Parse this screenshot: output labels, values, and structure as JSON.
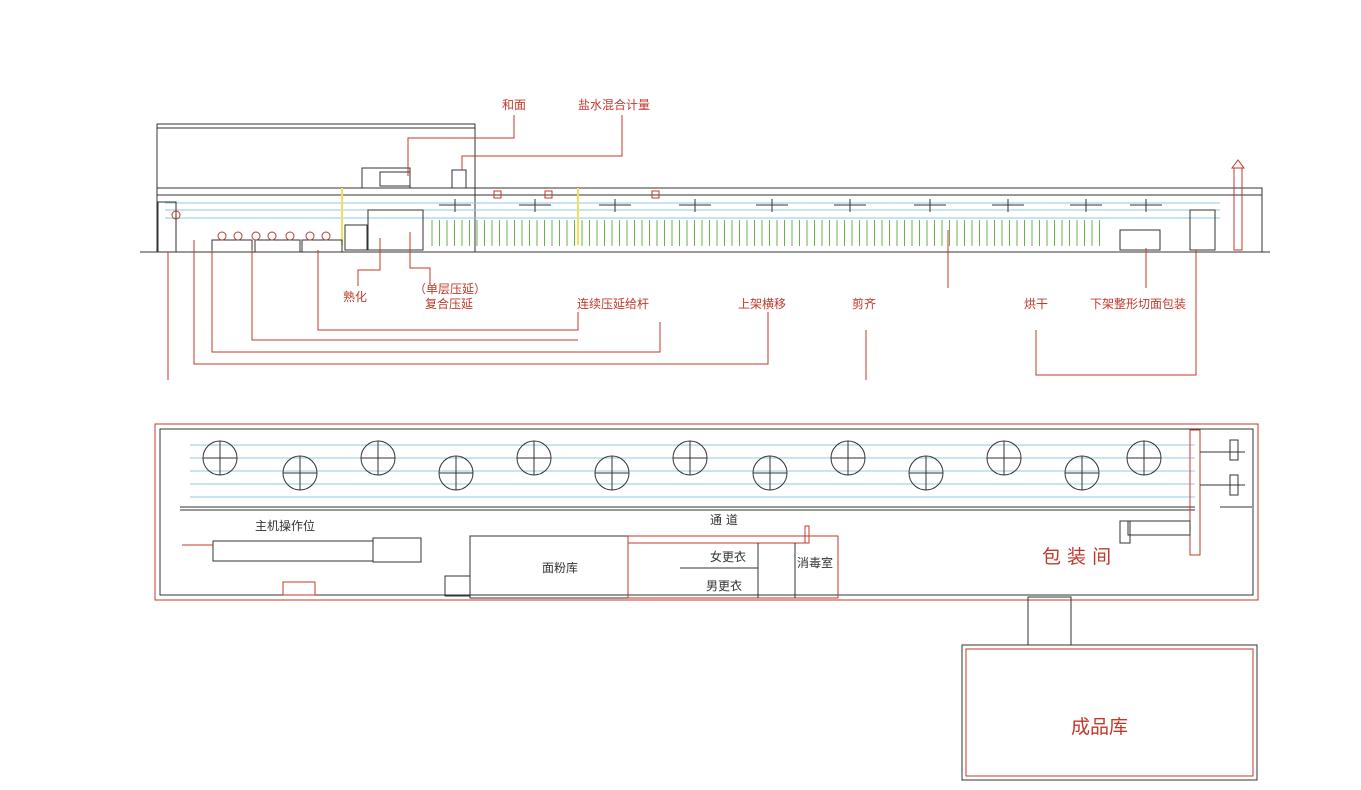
{
  "elevation": {
    "labels": {
      "mixing": "和面",
      "brine_metering": "盐水混合计量",
      "aging": "熟化",
      "single_layer": "（单层压延）",
      "compound_rolling": "复合压延",
      "continuous_rolling": "连续压延给杆",
      "rack_transfer": "上架横移",
      "trimming": "剪齐",
      "drying": "烘干",
      "unload_pack": "下架整形切面包装"
    }
  },
  "plan": {
    "labels": {
      "operator_station": "主机操作位",
      "passage": "通    道",
      "flour_store": "面粉库",
      "female_change": "女更衣",
      "male_change": "男更衣",
      "disinfection": "消毒室",
      "packing_room": "包 装 间",
      "finished_goods": "成品库"
    }
  },
  "colors": {
    "annotation": "#c0392b",
    "outline": "#333333",
    "conveyor": "#8ecae6",
    "drying_racks": "#6ab04c",
    "highlight": "#f1e05a"
  }
}
